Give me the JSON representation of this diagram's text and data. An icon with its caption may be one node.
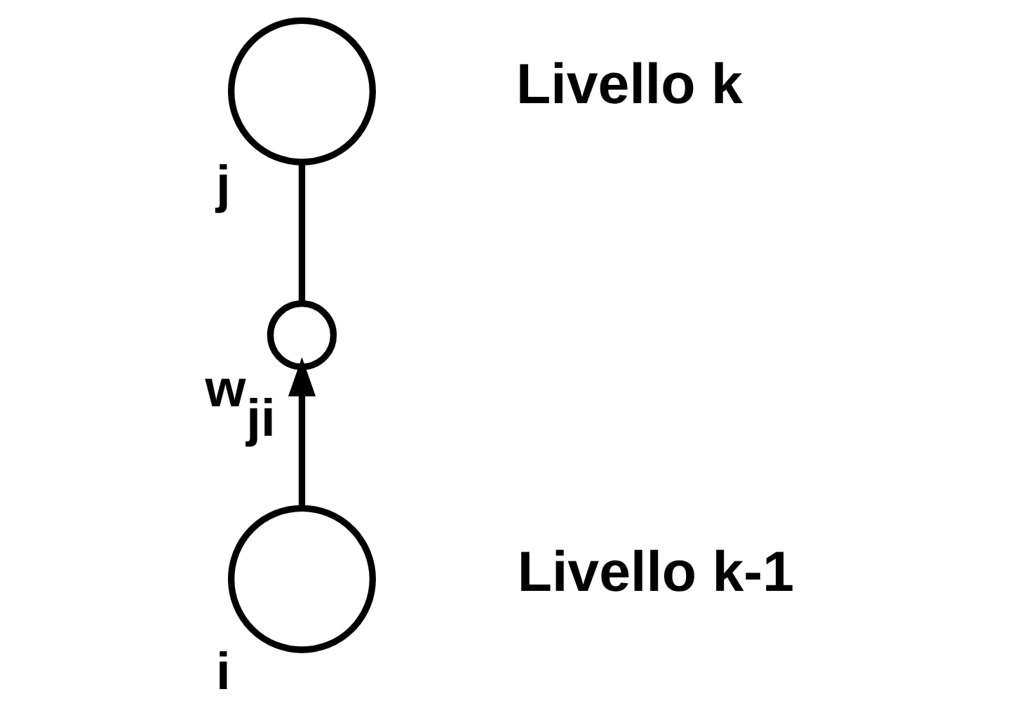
{
  "diagram": {
    "nodes": [
      {
        "text": [],
        "shape": "circle",
        "beside": [
          "j"
        ]
      },
      {
        "text": [],
        "shape": "circle",
        "beside": [
          "w$_{ji}$"
        ]
      },
      {
        "text": [],
        "shape": "circle",
        "beside": [
          "i"
        ]
      }
    ],
    "edges": [
      {
        "from": 2,
        "to": 1,
        "arrow": "to"
      },
      {
        "from": 1,
        "to": 0,
        "arrow": "none"
      }
    ],
    "labels": [
      "Livello k",
      "Livello k-1"
    ]
  }
}
